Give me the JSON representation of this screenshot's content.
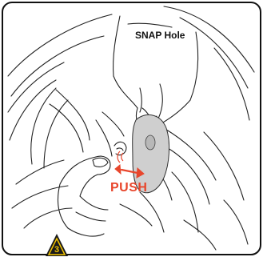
{
  "annotations": {
    "snap_hole_label": "SNAP Hole",
    "push_label": "PUSH"
  },
  "step": {
    "number": "3"
  },
  "colors": {
    "push_text": "#e8462c",
    "arrow": "#e8462c",
    "snap_part": "#cfcfcf",
    "badge_fill": "#f3c400",
    "badge_dark": "#1a1a1a",
    "line_art": "#222222"
  },
  "icons": {
    "push_arrow": "double-arrow-icon",
    "step_badge": "warning-triangle-icon"
  }
}
